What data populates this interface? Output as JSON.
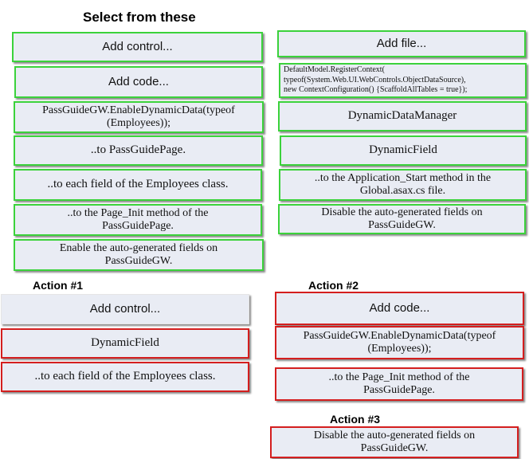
{
  "heading": "Select from these",
  "options": [
    {
      "id": "add-control",
      "text": "Add control..."
    },
    {
      "id": "add-file",
      "text": "Add file..."
    },
    {
      "id": "add-code",
      "text": "Add code..."
    },
    {
      "id": "register-context",
      "lines": [
        "DefaultModel.RegisterContext(",
        "typeof(System.Web.UI.WebControls.ObjectDataSource),",
        "new ContextConfiguration() {ScaffoldAllTables = true});"
      ]
    },
    {
      "id": "enable-dynamic-data",
      "lines": [
        "PassGuideGW.EnableDynamicData(typeof",
        "(Employees));"
      ]
    },
    {
      "id": "dynamic-data-manager",
      "text": "DynamicDataManager"
    },
    {
      "id": "to-page",
      "text": "..to PassGuidePage."
    },
    {
      "id": "dynamic-field",
      "text": "DynamicField"
    },
    {
      "id": "to-each-field",
      "text": "..to each field of the Employees class."
    },
    {
      "id": "to-application-start",
      "lines": [
        "..to the Application_Start method in the",
        "Global.asax.cs file."
      ]
    },
    {
      "id": "to-page-init",
      "lines": [
        "..to the Page_Init method of the",
        "PassGuidePage."
      ]
    },
    {
      "id": "disable-auto-fields",
      "lines": [
        "Disable the auto-generated fields on",
        "PassGuideGW."
      ]
    },
    {
      "id": "enable-auto-fields",
      "lines": [
        "Enable the auto-generated fields on",
        "PassGuideGW."
      ]
    }
  ],
  "actions": [
    {
      "title": "Action #1",
      "items": [
        {
          "text": "Add control..."
        },
        {
          "text": "DynamicField"
        },
        {
          "text": "..to each field of the Employees class."
        }
      ]
    },
    {
      "title": "Action #2",
      "items": [
        {
          "text": "Add code..."
        },
        {
          "lines": [
            "PassGuideGW.EnableDynamicData(typeof",
            "(Employees));"
          ]
        },
        {
          "lines": [
            "..to the Page_Init method of the",
            "PassGuidePage."
          ]
        }
      ]
    },
    {
      "title": "Action #3",
      "items": [
        {
          "lines": [
            "Disable the auto-generated fields on",
            "PassGuideGW."
          ]
        }
      ]
    }
  ],
  "colors": {
    "option_border": "#3bd23b",
    "answer_border": "#d41e1e",
    "box_fill": "#e9ecf4"
  }
}
